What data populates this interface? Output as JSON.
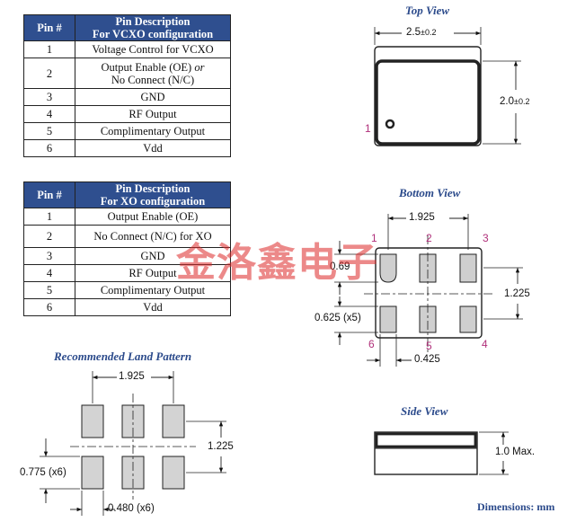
{
  "tables": {
    "vcxo": {
      "header_pin": "Pin #",
      "header_desc_line1": "Pin Description",
      "header_desc_line2": "For VCXO configuration",
      "rows": [
        {
          "pin": "1",
          "desc": "Voltage Control for VCXO"
        },
        {
          "pin": "2",
          "desc_a": "Output Enable (OE)",
          "desc_or": "or",
          "desc_b": "No Connect (N/C)"
        },
        {
          "pin": "3",
          "desc": "GND"
        },
        {
          "pin": "4",
          "desc": "RF Output"
        },
        {
          "pin": "5",
          "desc": "Complimentary Output"
        },
        {
          "pin": "6",
          "desc": "Vdd"
        }
      ]
    },
    "xo": {
      "header_pin": "Pin #",
      "header_desc_line1": "Pin Description",
      "header_desc_line2": "For XO configuration",
      "rows": [
        {
          "pin": "1",
          "desc": "Output Enable (OE)"
        },
        {
          "pin": "2",
          "desc": "No Connect (N/C) for XO"
        },
        {
          "pin": "3",
          "desc": "GND"
        },
        {
          "pin": "4",
          "desc": "RF Output"
        },
        {
          "pin": "5",
          "desc": "Complimentary Output"
        },
        {
          "pin": "6",
          "desc": "Vdd"
        }
      ]
    }
  },
  "top_view": {
    "title": "Top View",
    "width_dim": "2.5",
    "width_tol": "±0.2",
    "height_dim": "2.0",
    "height_tol": "±0.2",
    "pin_label": "1"
  },
  "bottom_view": {
    "title": "Bottom View",
    "pitch_x": "1.925",
    "pad_offset": "0.69",
    "pitch_y": "1.225",
    "pad_height": "0.625 (x5)",
    "pad_width": "0.425",
    "pins": {
      "p1": "1",
      "p2": "2",
      "p3": "3",
      "p4": "4",
      "p5": "5",
      "p6": "6"
    }
  },
  "land_pattern": {
    "title": "Recommended Land Pattern",
    "pitch_x": "1.925",
    "pitch_y": "1.225",
    "pad_height": "0.775 (x6)",
    "pad_width": "0.480 (x6)"
  },
  "side_view": {
    "title": "Side View",
    "height_dim": "1.0 Max."
  },
  "units_note": "Dimensions: mm",
  "watermark": "金洛鑫电子",
  "colors": {
    "table_header_bg": "#2f4f8f",
    "title_blue": "#2b4a8b",
    "pin_magenta": "#b0307a",
    "watermark_red": "#dc2828"
  }
}
